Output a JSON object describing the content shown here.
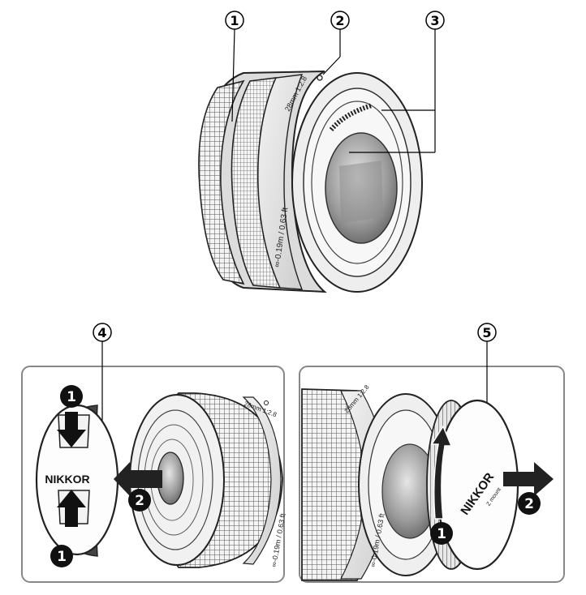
{
  "callouts": {
    "c1": "1",
    "c2": "2",
    "c3": "3",
    "c4": "4",
    "c5": "5"
  },
  "steps": {
    "one": "1",
    "two": "2"
  },
  "lens": {
    "focal_marking": "28mm 1:2.8",
    "distance_marking": "∞-0.19m / 0.63 ft"
  },
  "front_cap": {
    "brand": "NIKKOR"
  },
  "rear_cap": {
    "brand": "NIKKOR",
    "sub": "Z mount"
  }
}
